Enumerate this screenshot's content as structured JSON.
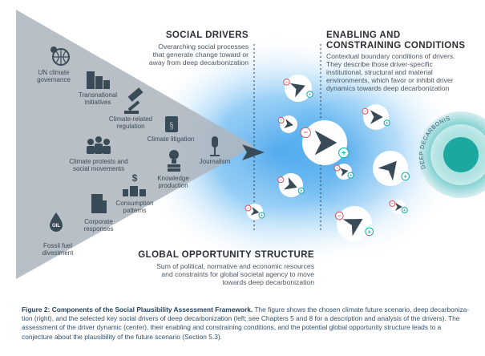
{
  "drivers": [
    {
      "key": "un",
      "label": "UN climate\ngovernance",
      "icon": "globe-icon"
    },
    {
      "key": "transnational",
      "label": "Transnational\ninitiatives",
      "icon": "buildings-icon"
    },
    {
      "key": "regulation",
      "label": "Climate-related\nregulation",
      "icon": "gavel-icon"
    },
    {
      "key": "litigation",
      "label": "Climate litigation",
      "icon": "law-book-icon"
    },
    {
      "key": "protests",
      "label": "Climate protests and\nsocial movements",
      "icon": "crowd-icon"
    },
    {
      "key": "knowledge",
      "label": "Knowledge\nproduction",
      "icon": "lightbulb-icon"
    },
    {
      "key": "journalism",
      "label": "Journalism",
      "icon": "microphone-icon"
    },
    {
      "key": "consumption",
      "label": "Consumption\npatterns",
      "icon": "shopping-icon"
    },
    {
      "key": "corporate",
      "label": "Corporate\nresponses",
      "icon": "office-building-icon"
    },
    {
      "key": "divestment",
      "label": "Fossil fuel\ndivestment",
      "icon": "oil-drop-icon"
    }
  ],
  "social_drivers": {
    "heading": "SOCIAL DRIVERS",
    "text": [
      "Overarching social processes",
      "that generate change toward or",
      "away from deep decarbonization"
    ]
  },
  "enabling": {
    "heading": [
      "ENABLING AND",
      "CONSTRAINING CONDITIONS"
    ],
    "text": [
      "Contextual boundary conditions of drivers.",
      "They describe those driver-specific",
      "institutional, structural and material",
      "environments, which favor or inhibit driver",
      "dynamics towards deep decarbonization"
    ]
  },
  "global": {
    "heading": "GLOBAL OPPORTUNITY STRUCTURE",
    "text": [
      "Sum of political, normative and economic resources",
      "and constraints for global societal agency to move",
      "towards  deep decarbonization"
    ]
  },
  "target_label": "DEEP DECARBONISATION",
  "plus_sign": "+",
  "minus_sign": "−",
  "caption": {
    "bold": "Figure 2: Components of the Social Plausibility Assessment Framework.",
    "text": " The figure shows the chosen climate future scenario, deep decarboniza-tion (right), and the selected key social drivers of deep decarbonization (left; see Chapters 5 and 8 for a description and analysis of the drivers). The assessment of the driver dynamic (center), their enabling and constraining conditions, and the potential global opportunity structure leads to a conjecture about the plausibility of the future scenario (Section 5.3)."
  },
  "colors": {
    "cone": "#aeb6be",
    "glow": "#2f9be8",
    "teal": "#1aa8a0",
    "slate": "#3a4b58",
    "minus": "#e0505a",
    "plus": "#12a79f"
  }
}
